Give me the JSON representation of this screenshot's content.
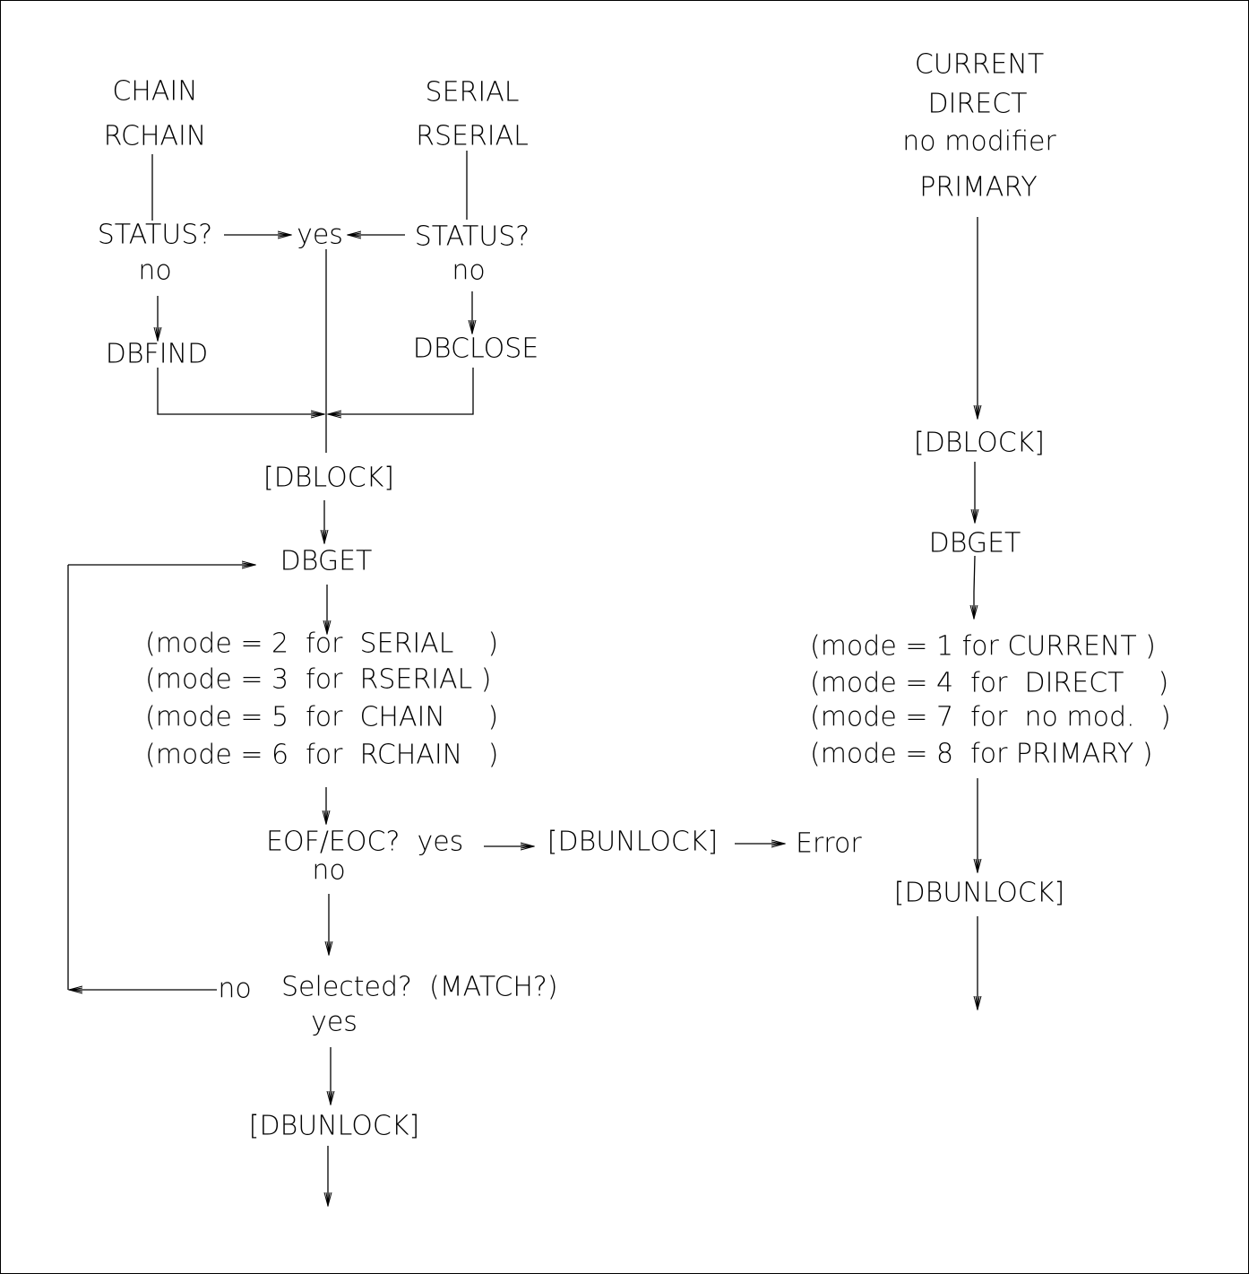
{
  "left": {
    "chain": "CHAIN",
    "rchain": "RCHAIN",
    "serial": "SERIAL",
    "rserial": "RSERIAL",
    "status_left": "STATUS?",
    "status_right": "STATUS?",
    "yes_center": "yes",
    "no_left": "no",
    "no_right": "no",
    "dbfind": "DBFIND",
    "dbclose": "DBCLOSE",
    "dblock": "[DBLOCK]",
    "dbget": "DBGET",
    "modes": [
      "(mode = 2  for  SERIAL    )",
      "(mode = 3  for  RSERIAL )",
      "(mode = 5  for  CHAIN     )",
      "(mode = 6  for  RCHAIN   )"
    ],
    "eof": "EOF/EOC?  yes",
    "eof_no": "no",
    "dbunlock_err": "[DBUNLOCK]",
    "error": "Error",
    "sel_no": "no",
    "selected": "Selected?  (MATCH?)",
    "sel_yes": "yes",
    "dbunlock_end": "[DBUNLOCK]"
  },
  "right": {
    "current": "CURRENT",
    "direct": "DIRECT",
    "no_modifier": "no modifier",
    "primary": "PRIMARY",
    "dblock": "[DBLOCK]",
    "dbget": "DBGET",
    "modes": [
      "(mode = 1 for CURRENT )",
      "(mode = 4  for  DIRECT    )",
      "(mode = 7  for  no mod.   )",
      "(mode = 8  for PRIMARY )"
    ],
    "dbunlock": "[DBUNLOCK]"
  }
}
